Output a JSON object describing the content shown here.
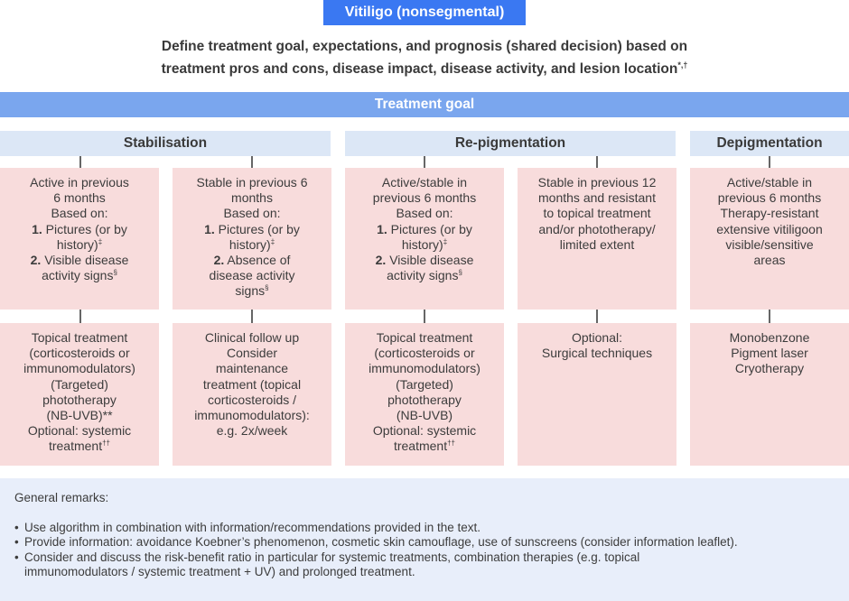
{
  "title": "Vitiligo (nonsegmental)",
  "subtitle": {
    "line1": "Define treatment goal, expectations, and prognosis (shared decision) based on",
    "line2": "treatment pros and cons, disease impact, disease activity, and lesion location",
    "line2_sup": "*,†"
  },
  "goal_label": "Treatment goal",
  "categories": {
    "stabilisation": "Stabilisation",
    "repigmentation": "Re-pigmentation",
    "depigmentation": "Depigmentation"
  },
  "criteria": {
    "col1": {
      "l1": "Active in previous",
      "l2": "6 months",
      "l3": "Based on:",
      "l4_num": "1.",
      "l4": " Pictures (or by",
      "l5": "history)",
      "l5_sup": "‡",
      "l6_num": "2.",
      "l6": " Visible disease",
      "l7": "activity signs",
      "l7_sup": "§"
    },
    "col2": {
      "l1": "Stable in previous 6",
      "l2": "months",
      "l3": "Based on:",
      "l4_num": "1.",
      "l4": " Pictures (or by",
      "l5": "history)",
      "l5_sup": "‡",
      "l6_num": "2.",
      "l6": " Absence of",
      "l7": "disease activity",
      "l8": "signs",
      "l8_sup": "§"
    },
    "col3": {
      "l1": "Active/stable in",
      "l2": "previous 6 months",
      "l3": "Based on:",
      "l4_num": "1.",
      "l4": " Pictures (or by",
      "l5": "history)",
      "l5_sup": "‡",
      "l6_num": "2.",
      "l6": " Visible disease",
      "l7": "activity signs",
      "l7_sup": "§"
    },
    "col4": {
      "l1": "Stable in previous 12",
      "l2": "months and resistant",
      "l3": "to topical treatment",
      "l4": "and/or phototherapy/",
      "l5": "limited extent"
    },
    "col5": {
      "l1": "Active/stable in",
      "l2": "previous 6 months",
      "l3": "Therapy-resistant",
      "l4": "extensive vitiligoon",
      "l5": "visible/sensitive",
      "l6": "areas"
    }
  },
  "treatments": {
    "col1": {
      "l1": "Topical treatment",
      "l2": "(corticosteroids or",
      "l3": "immunomodulators)",
      "l4": "(Targeted)",
      "l5": "phototherapy",
      "l6": "(NB-UVB)**",
      "l7": "Optional: systemic",
      "l8": "treatment",
      "l8_sup": "††"
    },
    "col2": {
      "l1": "Clinical follow up",
      "l2": "Consider",
      "l3": "maintenance",
      "l4": "treatment (topical",
      "l5": "corticosteroids /",
      "l6": "immunomodulators):",
      "l7": "e.g. 2x/week"
    },
    "col3": {
      "l1": "Topical treatment",
      "l2": "(corticosteroids or",
      "l3": "immunomodulators)",
      "l4": "(Targeted)",
      "l5": "phototherapy",
      "l6": "(NB-UVB)",
      "l7": "Optional: systemic",
      "l8": "treatment",
      "l8_sup": "††"
    },
    "col4": {
      "l1": "Optional:",
      "l2": "Surgical techniques"
    },
    "col5": {
      "l1": "Monobenzone",
      "l2": "Pigment laser",
      "l3": "Cryotherapy"
    }
  },
  "remarks": {
    "title": "General remarks:",
    "bullet": "•",
    "b1": "Use algorithm in combination with information/recommendations provided in the text.",
    "b2": "Provide information: avoidance Koebner’s phenomenon, cosmetic skin camouflage, use of sunscreens (consider information leaflet).",
    "b3_l1": "Consider and discuss the risk-benefit ratio in particular for systemic treatments, combination therapies (e.g. topical",
    "b3_l2": "immunomodulators / systemic treatment + UV) and prolonged treatment."
  },
  "colors": {
    "title_bg": "#3a78f2",
    "goal_bg": "#7aa6ee",
    "category_bg": "#dce7f6",
    "box_bg": "#f8dcdc",
    "remarks_bg": "#e8eefa",
    "connector": "#666666"
  }
}
